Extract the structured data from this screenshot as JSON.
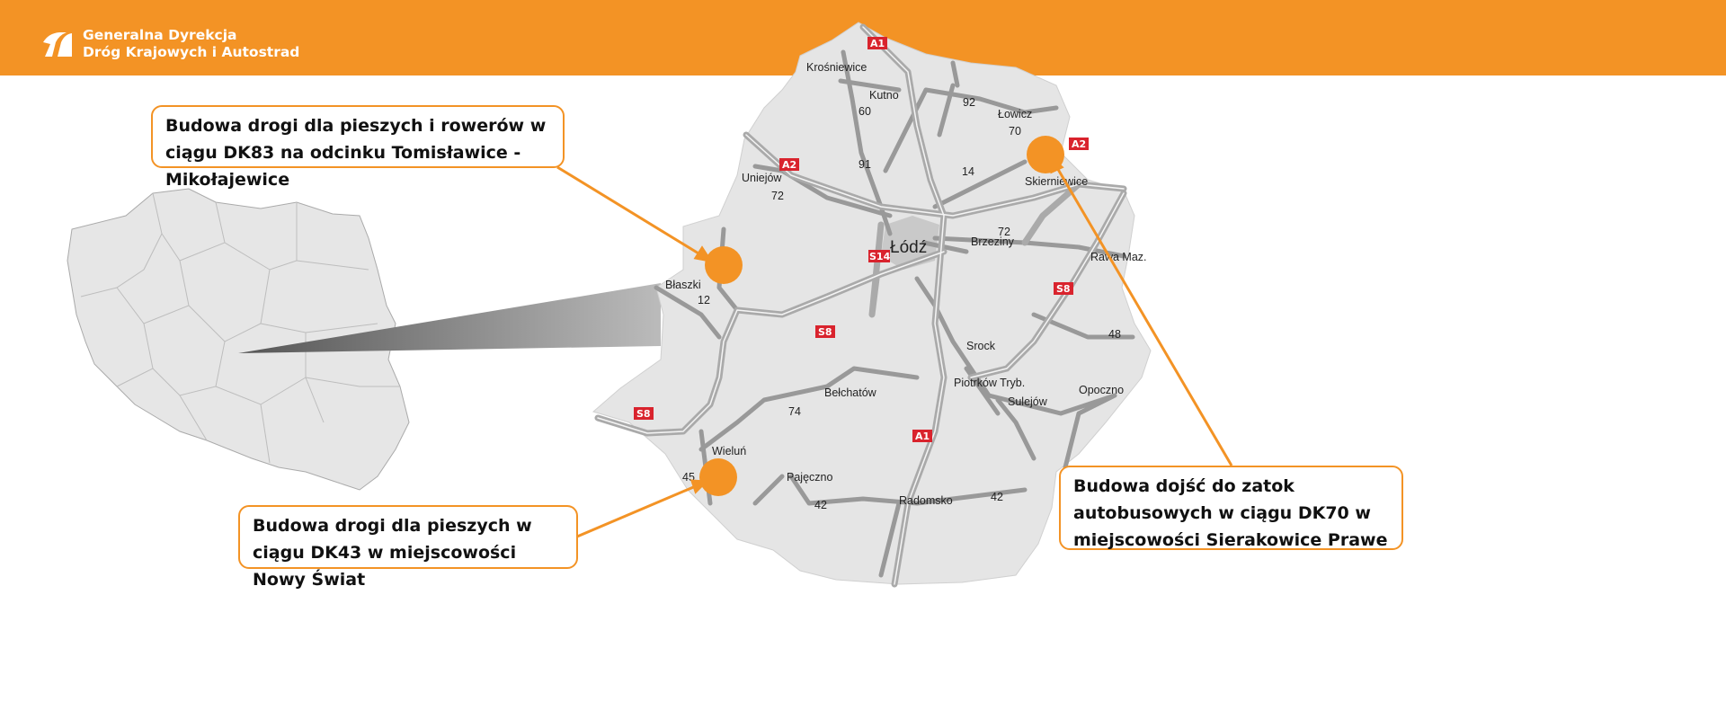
{
  "header": {
    "logo_icon": "gddkia-road-logo",
    "org_line1": "Generalna Dyrekcja",
    "org_line2": "Dróg Krajowych i Autostrad",
    "bar_color": "#f39325"
  },
  "callouts": [
    {
      "text": "Budowa drogi dla pieszych i rowerów w ciągu DK83 na odcinku Tomisławice - Mikołajewice"
    },
    {
      "text": "Budowa drogi dla pieszych w ciągu DK43 w miejscowości Nowy Świat"
    },
    {
      "text": "Budowa dojść do zatok autobusowych w ciągu DK70 w miejscowości Sierakowice Prawe"
    }
  ],
  "map": {
    "accent": "#f39325",
    "shield_color": "#d9232d",
    "places": [
      "Krośniewice",
      "Kutno",
      "Łowicz",
      "Skierniewice",
      "Uniejów",
      "Łódź",
      "Brzeziny",
      "Rawa Maz.",
      "Błaszki",
      "Srock",
      "Piotrków Tryb.",
      "Bełchatów",
      "Sulejów",
      "Opoczno",
      "Wieluń",
      "Pajęczno",
      "Radomsko"
    ],
    "road_numbers": [
      "60",
      "92",
      "70",
      "91",
      "14",
      "72",
      "72",
      "12",
      "48",
      "74",
      "45",
      "42",
      "42"
    ],
    "shields": [
      "A1",
      "A2",
      "S14",
      "S8",
      "S8",
      "S8",
      "A1",
      "A2"
    ]
  }
}
